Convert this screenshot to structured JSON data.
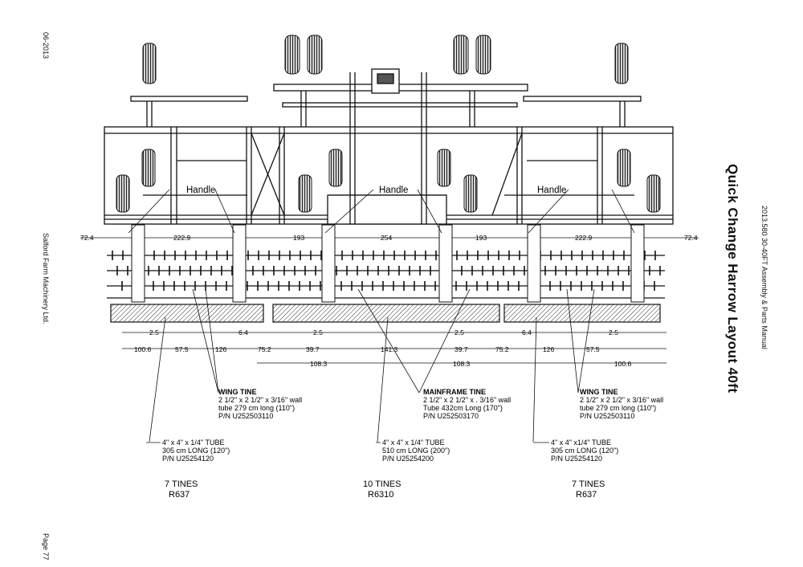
{
  "page": {
    "date": "06-2013",
    "company": "Salford Farm Machinery Ltd.",
    "page_number": "Page 77",
    "manual": "2013.580 30-40FT Assembly & Parts Manual",
    "title": "Quick Change Harrow Layout 40ft"
  },
  "handles": [
    "Handle",
    "Handle",
    "Handle"
  ],
  "frame_dims": [
    "72.4",
    "222.9",
    "193",
    "254",
    "193",
    "222.9",
    "72.4"
  ],
  "tine_dims": {
    "row1": [
      "2.5",
      "6.4",
      "2.5",
      "2.5",
      "6.4",
      "2.5"
    ],
    "row2": [
      "100.6",
      "57.5",
      "126",
      "75.2",
      "39.7",
      "141.3",
      "39.7",
      "75.2",
      "126",
      "57.5"
    ],
    "row3": [
      "108.3",
      "108.3",
      "100.6"
    ]
  },
  "callouts": {
    "wing_left": {
      "name": "WING TINE",
      "line1": "2 1/2\" x 2 1/2\" x 3/16\" wall",
      "line2": "tube 279 cm long (110\")",
      "line3": "P/N U252503110"
    },
    "mainframe": {
      "name": "MAINFRAME TINE",
      "line1": "2 1/2\" x 2 1/2\" x . 3/16\" wall",
      "line2": "Tube 432cm Long (170\")",
      "line3": "P/N U252503170"
    },
    "wing_right": {
      "name": "WING TINE",
      "line1": "2 1/2\" x 2 1/2\" x 3/16\" wall",
      "line2": "tube 279 cm long (110\")",
      "line3": "P/N U252503110"
    },
    "tube_left": {
      "line1": "4\" x 4\" x 1/4\" TUBE",
      "line2": "305 cm LONG (120\")",
      "line3": "P/N U25254120"
    },
    "tube_center": {
      "line1": "4\" x 4\" x 1/4\" TUBE",
      "line2": "510 cm LONG (200\")",
      "line3": "P/N U25254200"
    },
    "tube_right": {
      "line1": "4\" x 4\" x1/4\" TUBE",
      "line2": "305 cm LONG (120\")",
      "line3": "P/N U25254120"
    }
  },
  "sections": [
    {
      "tines": "7 TINES",
      "part": "R637"
    },
    {
      "tines": "10 TINES",
      "part": "R6310"
    },
    {
      "tines": "7 TINES",
      "part": "R637"
    }
  ]
}
